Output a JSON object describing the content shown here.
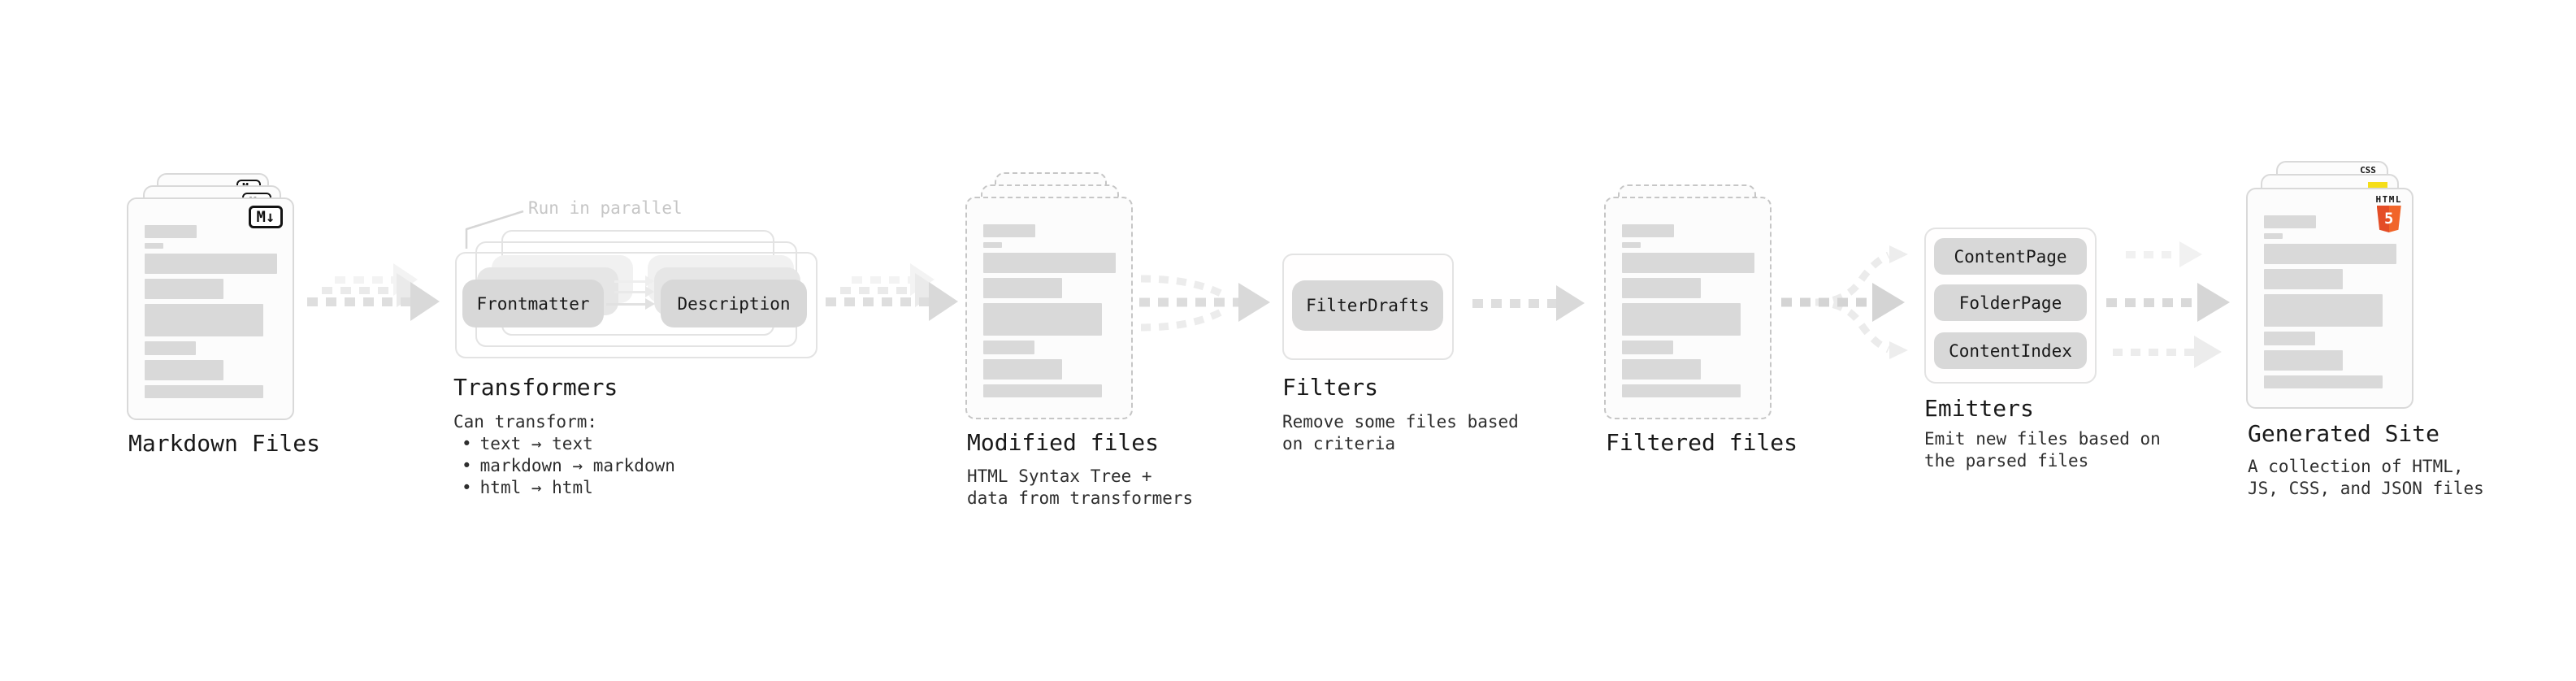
{
  "ui": {
    "bullet_char": "•"
  },
  "markdown_files": {
    "label": "Markdown Files",
    "badge": "M↓"
  },
  "transformers": {
    "callout": "Run in parallel",
    "pill_left": "Frontmatter",
    "pill_right": "Description",
    "heading": "Transformers",
    "desc_intro": "Can transform:",
    "bullets": [
      "text → text",
      "markdown → markdown",
      "html → html"
    ]
  },
  "modified_files": {
    "heading": "Modified files",
    "desc_line1": "HTML Syntax Tree +",
    "desc_line2": "data from transformers"
  },
  "filters": {
    "pill": "FilterDrafts",
    "heading": "Filters",
    "desc_line1": "Remove some files based",
    "desc_line2": "on criteria"
  },
  "filtered_files": {
    "heading": "Filtered files"
  },
  "emitters": {
    "pills": [
      "ContentPage",
      "FolderPage",
      "ContentIndex"
    ],
    "heading": "Emitters",
    "desc_line1": "Emit new files based on",
    "desc_line2": "the parsed files"
  },
  "generated_site": {
    "heading": "Generated Site",
    "desc_line1": "A collection of HTML,",
    "desc_line2": "JS, CSS, and JSON files",
    "css_label": "CSS",
    "html_label": "HTML",
    "html5_number": "5"
  },
  "colors": {
    "skeleton_grey": "#d9d9d9",
    "pill_grey": "#d8d8d8",
    "arrow_grey": "#d9d9d9",
    "outline_grey": "#e3e3e3",
    "callout_grey": "#c6c6c6",
    "text_dark": "#191919",
    "badge_black": "#131313",
    "html5_orange": "#e44d26",
    "js_yellow": "#f5de19",
    "css_blue": "#2962ff"
  }
}
